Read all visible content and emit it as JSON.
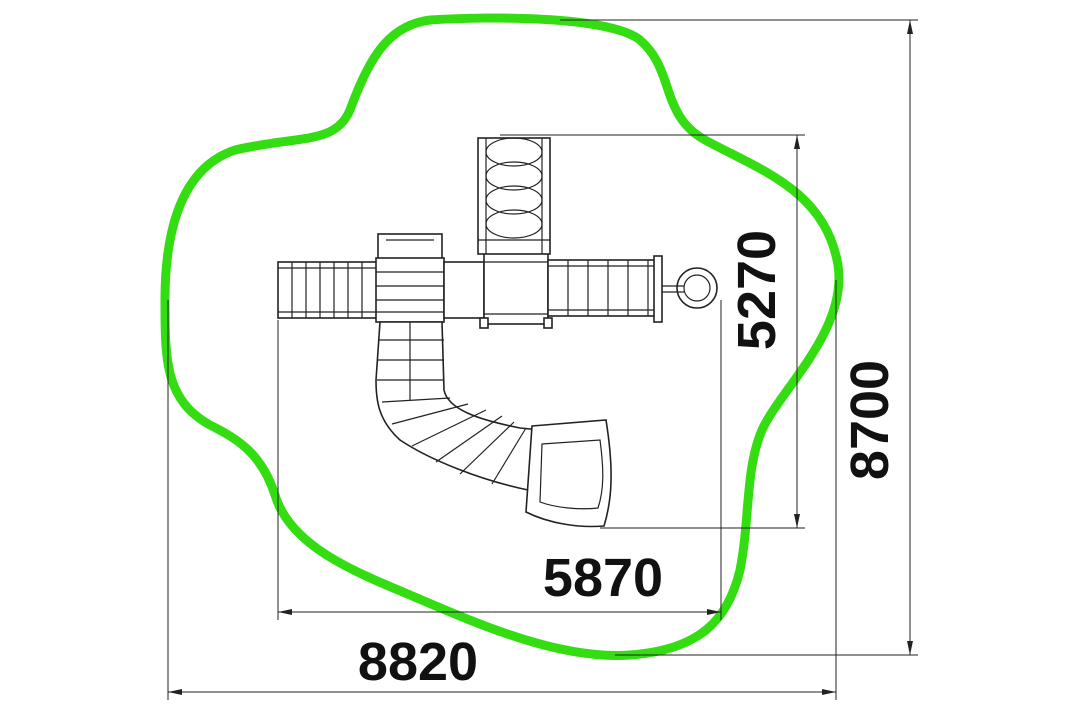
{
  "drawing": {
    "colors": {
      "safety_zone": "#33dd11",
      "line": "#222222",
      "background": "#ffffff"
    },
    "dimensions": {
      "equipment_width": "5870",
      "equipment_depth": "5270",
      "zone_width": "8820",
      "zone_depth": "8700"
    },
    "icons": [
      "slide-icon",
      "ladder-icon",
      "climbing-tube-icon",
      "steering-wheel-icon"
    ]
  }
}
